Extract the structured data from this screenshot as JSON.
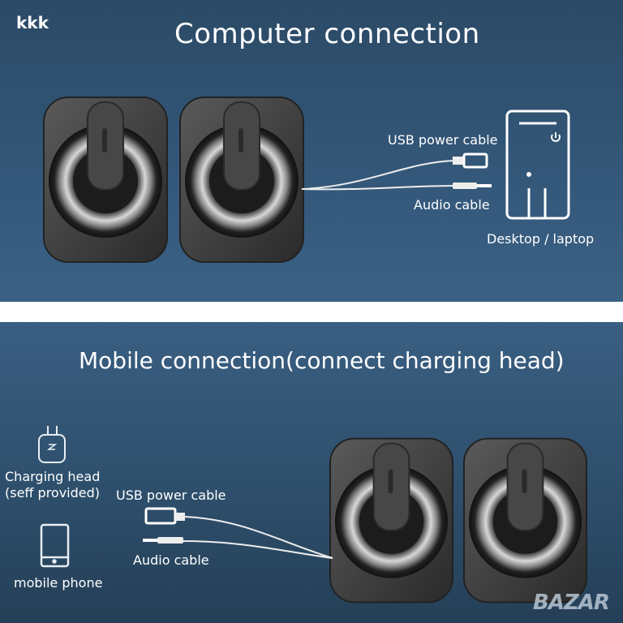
{
  "corner_mark": "kkk",
  "computer_section": {
    "title": "Computer connection",
    "usb_label": "USB power cable",
    "audio_label": "Audio cable",
    "device_label": "Desktop / laptop"
  },
  "mobile_section": {
    "title": "Mobile connection(connect charging head)",
    "charger_label_line1": "Charging head",
    "charger_label_line2": "(seff provided)",
    "usb_label": "USB power cable",
    "audio_label": "Audio cable",
    "phone_label": "mobile phone"
  },
  "watermark": "BAZAR",
  "colors": {
    "background": "#2e4f6c",
    "separator": "#ffffff",
    "text": "#ffffff"
  }
}
